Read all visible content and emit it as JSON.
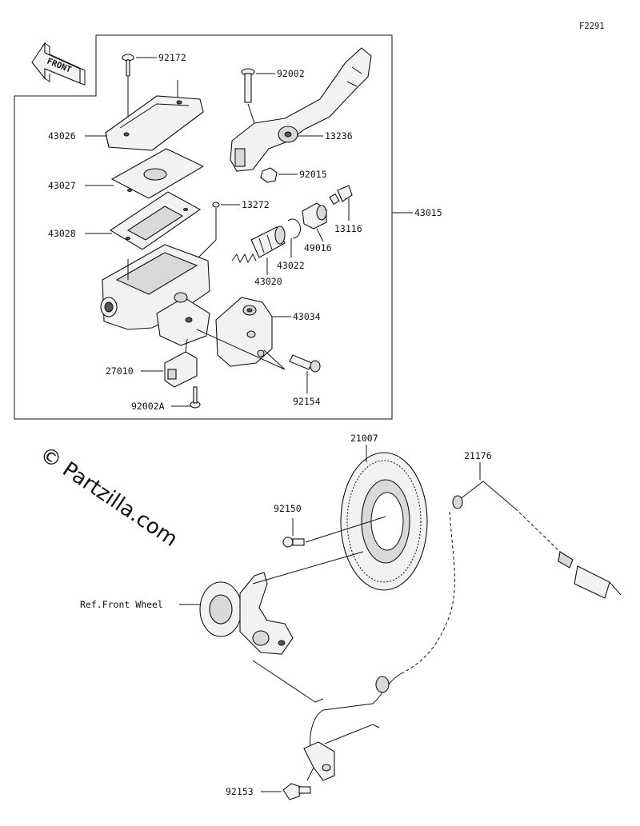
{
  "figure_code": "F2291",
  "front_label": "FRONT",
  "watermark": "© Partzilla.com",
  "parts": {
    "p92172": "92172",
    "p43026": "43026",
    "p43027": "43027",
    "p43028": "43028",
    "p13272": "13272",
    "p92002": "92002",
    "p13236": "13236",
    "p92015": "92015",
    "p13116": "13116",
    "p43015": "43015",
    "p49016": "49016",
    "p43022": "43022",
    "p43020": "43020",
    "p43034": "43034",
    "p27010": "27010",
    "p92002A": "92002A",
    "p92154": "92154",
    "p21007": "21007",
    "p21176": "21176",
    "p92150": "92150",
    "ref_front_wheel": "Ref.Front Wheel",
    "p92153": "92153"
  }
}
